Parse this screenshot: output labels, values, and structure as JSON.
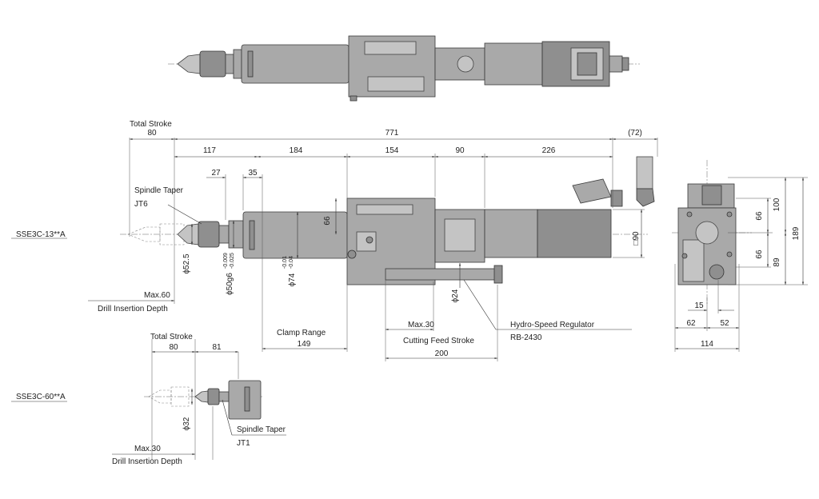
{
  "models": {
    "model_13": "SSE3C-13**A",
    "model_60": "SSE3C-60**A"
  },
  "side_view": {
    "total_stroke_label": "Total Stroke",
    "total_stroke": "80",
    "overall": "771",
    "overall_paren": "(72)",
    "d117": "117",
    "d184": "184",
    "d154": "154",
    "d90": "90",
    "d226": "226",
    "d27": "27",
    "d35": "35",
    "d66": "66",
    "spindle_taper_label": "Spindle Taper",
    "spindle_taper": "JT6",
    "dia_52_5": "ϕ52.5",
    "dia_50g6": "ϕ50g6",
    "tol_50_upper": "-0.009",
    "tol_50_lower": "-0.025",
    "dia_74": "ϕ74",
    "tol_74_upper": "-0.01",
    "tol_74_lower": "-0.04",
    "dia_24": "ϕ24",
    "sq90": "□90",
    "max60": "Max.60",
    "drill_depth_label": "Drill Insertion Depth",
    "clamp_range_label": "Clamp Range",
    "clamp_range": "149",
    "max30": "Max.30",
    "cutting_feed_label": "Cutting Feed Stroke",
    "cutting_feed": "200",
    "regulator_label": "Hydro-Speed Regulator",
    "regulator_model": "RB-2430"
  },
  "end_view": {
    "d100": "100",
    "d66a": "66",
    "d66b": "66",
    "d89": "89",
    "d189": "189",
    "d15": "15",
    "d62": "62",
    "d52": "52",
    "d114": "114"
  },
  "small_view": {
    "total_stroke_label": "Total Stroke",
    "d80": "80",
    "d81": "81",
    "dia_32": "ϕ32",
    "spindle_taper_label": "Spindle Taper",
    "spindle_taper": "JT1",
    "max30": "Max.30",
    "drill_depth_label": "Drill Insertion Depth"
  }
}
